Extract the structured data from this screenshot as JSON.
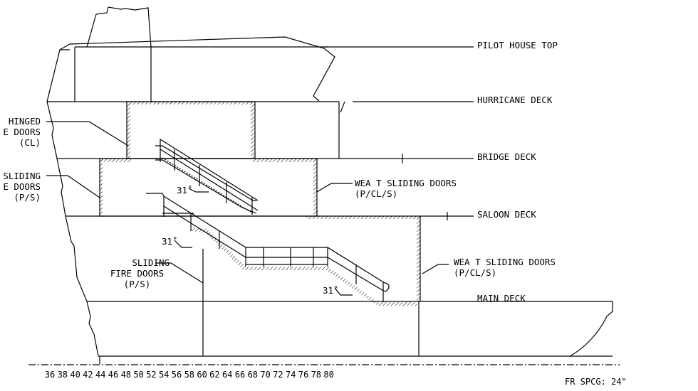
{
  "decks": {
    "pilot_house_top": "PILOT HOUSE TOP",
    "hurricane_deck": "HURRICANE DECK",
    "bridge_deck": "BRIDGE DECK",
    "saloon_deck": "SALOON DECK",
    "main_deck": "MAIN DECK"
  },
  "doors": {
    "hinged": [
      "HINGED",
      "E DOORS",
      "(CL)"
    ],
    "sliding_upper": [
      "SLIDING",
      "E DOORS",
      "(P/S)"
    ],
    "sliding_fire": [
      "SLIDING",
      "FIRE DOORS",
      "(P/S)"
    ],
    "wea_upper": [
      "WEA T SLIDING DOORS",
      "(P/CL/S)"
    ],
    "wea_lower": [
      "WEA T SLIDING DOORS",
      "(P/CL/S)"
    ]
  },
  "stair_angles": [
    "31˚",
    "31˚",
    "31˚"
  ],
  "frame_ticks": [
    "36",
    "38",
    "40",
    "42",
    "44",
    "46",
    "48",
    "50",
    "52",
    "54",
    "56",
    "58",
    "60",
    "62",
    "64",
    "66",
    "68",
    "70",
    "72",
    "74",
    "76",
    "78",
    "80"
  ],
  "frame_spacing": "FR SPCG: 24\""
}
